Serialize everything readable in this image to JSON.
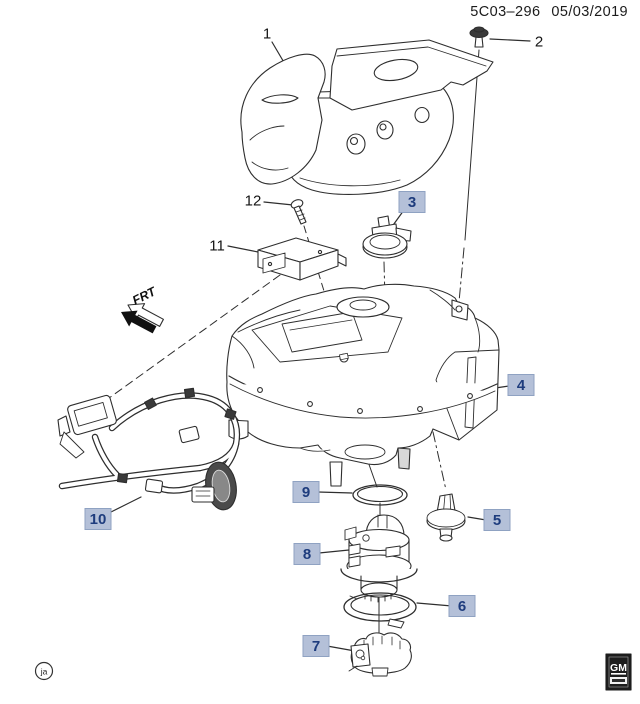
{
  "header": {
    "doc_number": "5C03–296",
    "date": "05/03/2019"
  },
  "diagram": {
    "frt_label": "FRT",
    "callouts": [
      {
        "num": "1",
        "boxed": false
      },
      {
        "num": "2",
        "boxed": false
      },
      {
        "num": "3",
        "boxed": true
      },
      {
        "num": "4",
        "boxed": true
      },
      {
        "num": "5",
        "boxed": true
      },
      {
        "num": "6",
        "boxed": true
      },
      {
        "num": "7",
        "boxed": true
      },
      {
        "num": "8",
        "boxed": true
      },
      {
        "num": "9",
        "boxed": true
      },
      {
        "num": "10",
        "boxed": true
      },
      {
        "num": "11",
        "boxed": false
      },
      {
        "num": "12",
        "boxed": false
      }
    ]
  },
  "footer": {
    "artist_mark": "ja",
    "gm_label": "GM"
  },
  "colors": {
    "line": "#2e2e2e",
    "callout_bg": "#b4c0d8",
    "callout_border": "#8fa2c2",
    "callout_text": "#1e3c7d"
  }
}
